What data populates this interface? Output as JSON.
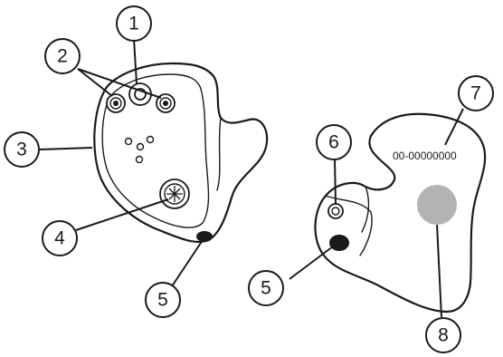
{
  "callouts": [
    {
      "label": "1"
    },
    {
      "label": "2"
    },
    {
      "label": "3"
    },
    {
      "label": "4"
    },
    {
      "label": "5"
    },
    {
      "label": "5"
    },
    {
      "label": "6"
    },
    {
      "label": "7"
    },
    {
      "label": "8"
    }
  ],
  "serial_number": "00-00000000",
  "colors": {
    "outline": "#1a1a1a",
    "background": "#ffffff",
    "marker_fill": "#b3b3b3"
  }
}
